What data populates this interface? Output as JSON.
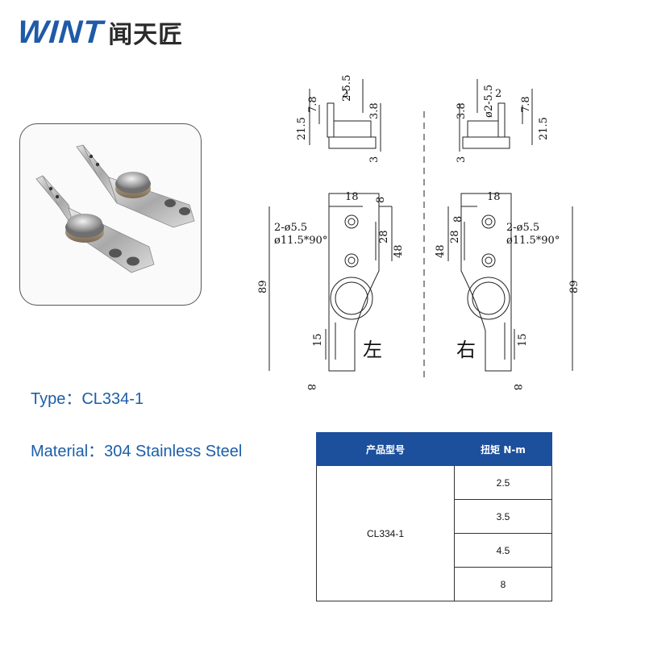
{
  "brand": {
    "name": "WINT",
    "cn_name": "闻天匠",
    "color": "#1f5aa8"
  },
  "drawing": {
    "left_view": {
      "dims": [
        "2-5.5",
        "2",
        "7.8",
        "3.8",
        "21.5",
        "3",
        "18",
        "8",
        "2-ø5.5",
        "ø11.5*90°",
        "28",
        "48",
        "89",
        "15",
        "8"
      ],
      "side_label": "左"
    },
    "right_view": {
      "dims": [
        "ø2-5.5",
        "2",
        "7.8",
        "3.8",
        "21.5",
        "3",
        "18",
        "8",
        "2-ø5.5",
        "ø11.5*90°",
        "28",
        "48",
        "89",
        "15",
        "8"
      ],
      "side_label": "右"
    }
  },
  "specs": {
    "type": "Type：CL334-1",
    "material": "Material：304 Stainless Steel",
    "accent": "#1c5ea8"
  },
  "table": {
    "headers": [
      "产品型号",
      "扭矩 N-m"
    ],
    "model": "CL334-1",
    "torques": [
      "2.5",
      "3.5",
      "4.5",
      "8"
    ],
    "header_color": "#1c4f9c"
  }
}
